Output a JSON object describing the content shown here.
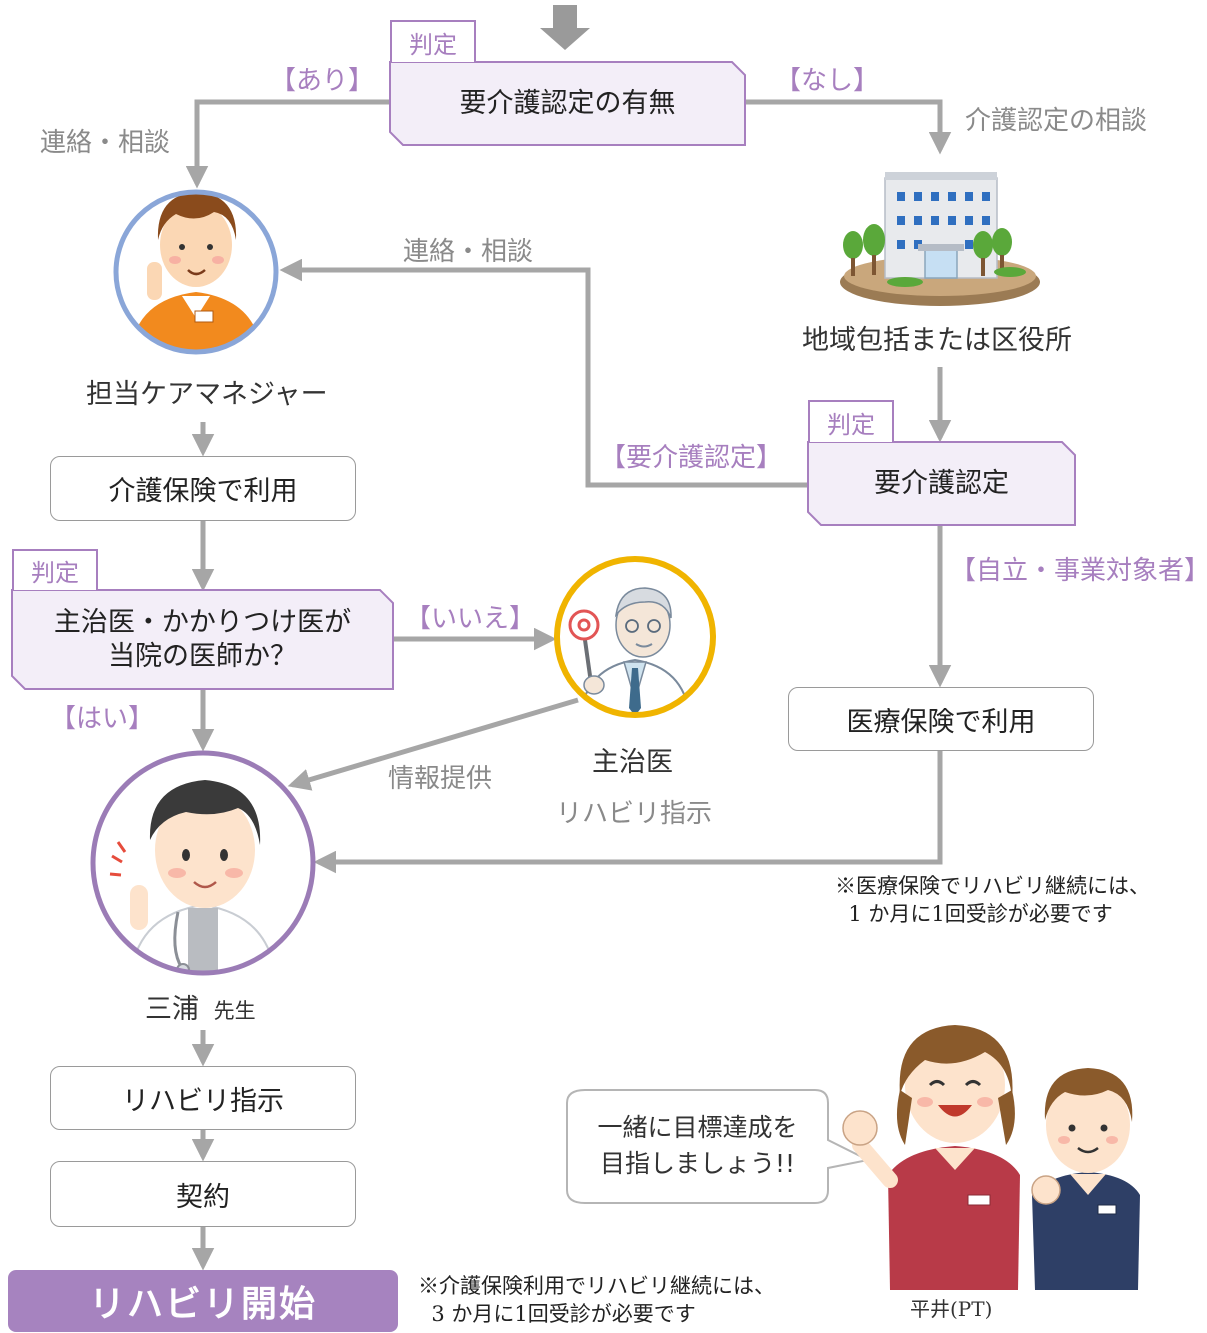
{
  "decisions": {
    "care_certification_check": "要介護認定の有無",
    "care_certification": "要介護認定",
    "is_attending_doctor": "主治医・かかりつけ医が\n当院の医師か？"
  },
  "judgment_tag": "判定",
  "branch_labels": {
    "yes_cert": "【あり】",
    "no_cert": "【なし】",
    "requires_care": "【要介護認定】",
    "independent": "【自立・事業対象者】",
    "no": "【いいえ】",
    "yes": "【はい】"
  },
  "flow_labels": {
    "contact_consult_left": "連絡・相談",
    "care_cert_consult": "介護認定の相談",
    "contact_consult_mid": "連絡・相談",
    "info_provision": "情報提供"
  },
  "actors": {
    "care_manager": "担当ケアマネジャー",
    "regional_office": "地域包括または区役所",
    "attending_doctor": "主治医",
    "attending_doctor_sub": "リハビリ指示",
    "miura_name": "三浦",
    "miura_title": "先生",
    "hirai": "平井(PT)"
  },
  "boxes": {
    "use_care_insurance": "介護保険で利用",
    "use_medical_insurance": "医療保険で利用",
    "rehab_instruction": "リハビリ指示",
    "contract": "契約",
    "rehab_start": "リハビリ開始"
  },
  "notes": {
    "medical_note": "※医療保険でリハビリ継続には、\n  1 か月に1回受診が必要です",
    "care_note": "※介護保険利用でリハビリ継続には、\n  3 か月に1回受診が必要です"
  },
  "speech_bubble": "一緒に目標達成を\n目指しましょう!!",
  "colors": {
    "accent_purple": "#a77fbf",
    "decision_fill": "#f3eef8",
    "arrow_gray": "#a6a6a6",
    "ring_blue": "#8aa6d8",
    "ring_gold": "#f0b400",
    "ring_purple": "#9b7cb6",
    "start_fill": "#a683bf"
  }
}
